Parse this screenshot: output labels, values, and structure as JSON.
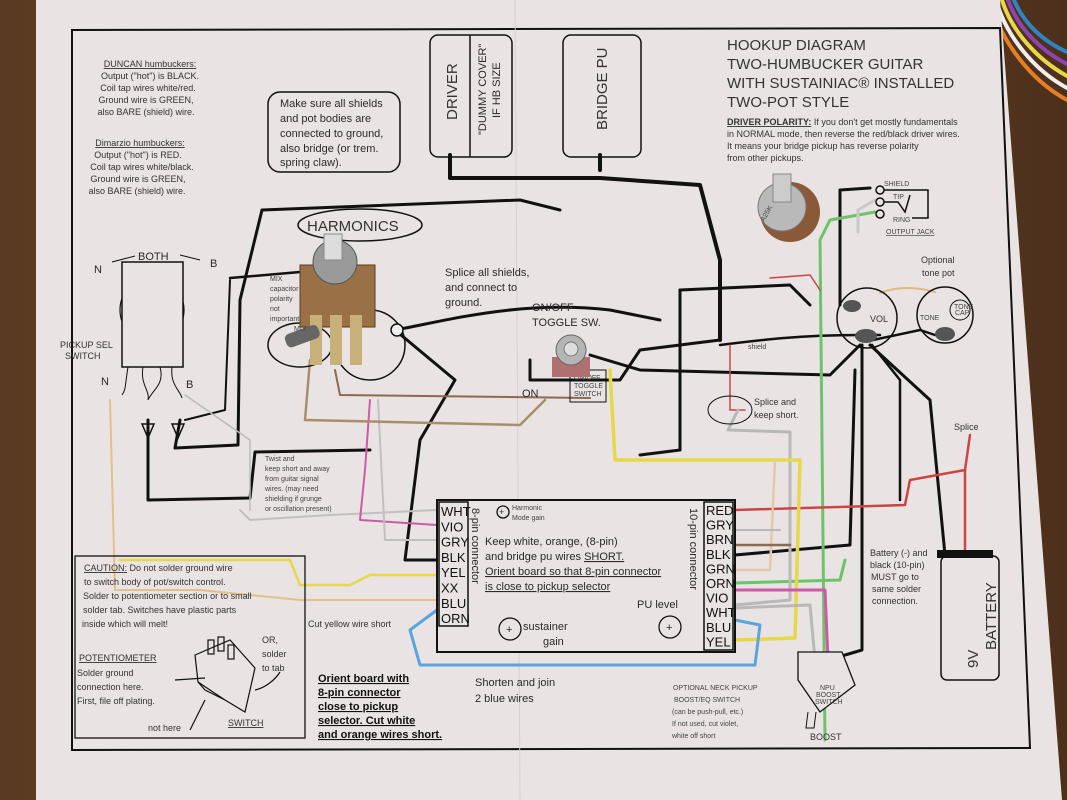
{
  "title": {
    "lines": [
      "HOOKUP DIAGRAM",
      "TWO-HUMBUCKER GUITAR",
      "WITH SUSTAINIAC® INSTALLED",
      "TWO-POT STYLE"
    ]
  },
  "driver_polarity": {
    "heading": "DRIVER POLARITY:",
    "lines": [
      "If you don't get mostly fundamentals",
      "in NORMAL mode, then reverse the red/black driver wires.",
      "It means your bridge pickup has reverse polarity",
      "from other pickups."
    ]
  },
  "duncan": {
    "heading": "DUNCAN humbuckers:",
    "lines": [
      "Output (\"hot\") is BLACK.",
      "Coil tap wires white/red.",
      "Ground wire is GREEN,",
      "also BARE (shield) wire."
    ]
  },
  "dimarzio": {
    "heading": "Dimarzio humbuckers:",
    "lines": [
      "Output (\"hot\") is RED.",
      "Coil tap wires white/black.",
      "Ground wire is GREEN,",
      "also BARE (shield) wire."
    ]
  },
  "shield_note": {
    "lines": [
      "Make sure all shields",
      "and pot bodies are",
      "connected to ground,",
      "also bridge (or trem.",
      "spring claw)."
    ]
  },
  "pickups": {
    "driver": "DRIVER",
    "dummy_cover": [
      "\"DUMMY COVER\"",
      "IF HB SIZE"
    ],
    "bridge": "BRIDGE PU"
  },
  "harmonics_label": "HARMONICS",
  "mix_note": [
    "MIX",
    "capacitor",
    "polarity",
    "not",
    "important",
    "MIX"
  ],
  "pickup_selector": {
    "both": "BOTH",
    "n_top": "N",
    "b_top": "B",
    "label": [
      "PICKUP SEL",
      "SWITCH"
    ],
    "n_bottom": "N",
    "b_bottom": "B"
  },
  "splice_shields": [
    "Splice all shields,",
    "and connect to",
    "ground."
  ],
  "toggle": {
    "label": [
      "ON/OFF",
      "TOGGLE SW."
    ],
    "body": [
      "ON/OFF",
      "TOGGLE",
      "SWITCH"
    ],
    "on": "ON"
  },
  "output_jack": {
    "label": "OUTPUT JACK",
    "shield": "SHIELD",
    "tip": "TIP",
    "ring": "RING"
  },
  "tone_pot": {
    "optional": [
      "Optional",
      "tone pot"
    ],
    "vol": "VOL",
    "tone": "TONE",
    "tone_cap": [
      "TONE",
      "CAP"
    ]
  },
  "shield_label": "shield",
  "splice_keep_short": [
    "Splice and",
    "keep short."
  ],
  "splice_label": "Splice",
  "twist_note": [
    "Twist and",
    "keep short and away",
    "from guitar signal",
    "wires.  (may need",
    "shielding if grunge",
    "or oscillation present)"
  ],
  "board": {
    "pins_8": [
      "WHT",
      "VIO",
      "GRY",
      "BLK",
      "YEL",
      "XX",
      "BLU",
      "ORN"
    ],
    "pins_10": [
      "RED",
      "GRY",
      "BRN",
      "BLK",
      "GRN",
      "ORN",
      "VIO",
      "WHT",
      "BLU",
      "YEL"
    ],
    "label_8": "8-pin connector",
    "label_10": "10-pin connector",
    "harmonic_gain": [
      "Harmonic",
      "Mode gain"
    ],
    "keep_note": [
      "Keep white, orange, (8-pin)",
      "and bridge pu wires ",
      "SHORT.",
      "Orient board so that 8-pin connector",
      "is close to pickup selector"
    ],
    "sustainer_gain": [
      "sustainer",
      "gain"
    ],
    "pu_level": "PU level",
    "trim_symbol": "+"
  },
  "battery": {
    "label": [
      "9V",
      "BATTERY"
    ],
    "note": [
      "Battery (-) and",
      "black (10-pin)",
      "MUST go to",
      "same solder",
      "connection."
    ]
  },
  "caution": {
    "heading": "CAUTION:",
    "lines": [
      "Do not solder ground wire",
      "to switch body of pot/switch control.",
      "Solder to potentiometer section or to small",
      "solder tab.  Switches have plastic parts",
      "inside which will melt!"
    ],
    "potentiometer": "POTENTIOMETER",
    "solder_ground": [
      "Solder ground",
      "connection here.",
      "First, file off plating."
    ],
    "or_tab": [
      "OR,",
      "solder",
      "to tab"
    ],
    "not_here": "not here",
    "switch": "SWITCH"
  },
  "cut_yellow": "Cut yellow wire short",
  "orient_board": [
    "Orient board with",
    "8-pin connector",
    "close to pickup",
    "selector.  Cut white",
    "and orange wires short."
  ],
  "shorten_blue": [
    "Shorten and join",
    "2 blue wires"
  ],
  "neck_boost": {
    "lines": [
      "OPTIONAL NECK PICKUP",
      "BOOST/EQ SWITCH",
      "(can be push-pull, etc.)",
      "If not used, cut violet,",
      "white off short"
    ],
    "switch_body": [
      "NPU",
      "BOOST",
      "SWITCH"
    ],
    "boost": "BOOST"
  },
  "pot_marking": "A25K",
  "colors": {
    "paper": "#e9e3e3",
    "wood": "#5a3a22",
    "black_wire": "#111111",
    "yellow": "#e6d84a",
    "green": "#6cc36a",
    "blue": "#5aa6dc",
    "violet": "#cc5aa6",
    "gray": "#b8b8b8",
    "brown": "#8d6a4e",
    "orange": "#e3b87a",
    "red": "#cc4444",
    "tan": "#d8b78a"
  }
}
